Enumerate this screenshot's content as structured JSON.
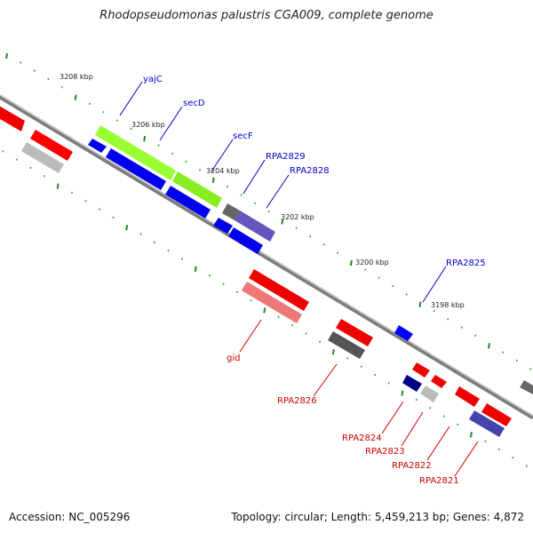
{
  "title": "Rhodopseudomonas palustris CGA009, complete genome",
  "footer": {
    "accession": "Accession: NC_005296",
    "summary": "Topology: circular; Length: 5,459,213 bp; Genes: 4,872"
  },
  "colors": {
    "forward_gene": "#ff0000",
    "reverse_gene": "#0000ff",
    "highlight_gene": "#99ff33",
    "hypothetical_gene": "#666666",
    "backbone": "#999999",
    "tick": "#339933"
  },
  "scale_labels": [
    "3208 kbp",
    "3206 kbp",
    "3204 kbp",
    "3202 kbp",
    "3200 kbp",
    "3198 kbp"
  ],
  "gene_labels_top": [
    "yajC",
    "secD",
    "secF",
    "RPA2829",
    "RPA2828",
    "RPA2825"
  ],
  "gene_labels_bottom": [
    "gid",
    "RPA2826",
    "RPA2824",
    "RPA2823",
    "RPA2822",
    "RPA2821"
  ]
}
